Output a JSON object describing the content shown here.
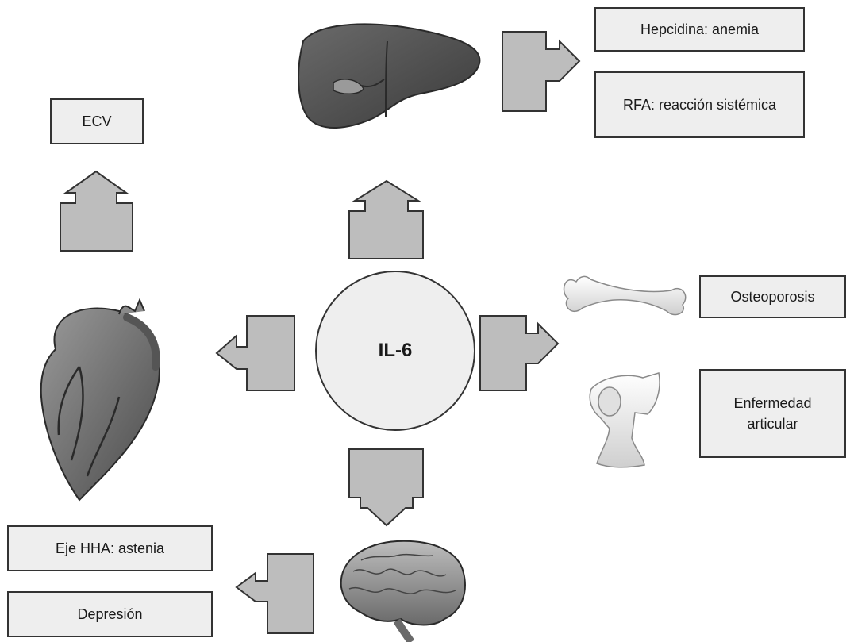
{
  "center": {
    "label": "IL-6"
  },
  "targets": {
    "liver": {
      "effects": [
        "Hepcidina: anemia",
        "RFA: reacción sistémica"
      ]
    },
    "heart": {
      "effects": [
        "ECV"
      ]
    },
    "bone": {
      "effects": [
        "Osteoporosis"
      ]
    },
    "joint": {
      "effects": [
        "Enfermedad articular"
      ]
    },
    "brain": {
      "effects": [
        "Eje HHA: astenia",
        "Depresión"
      ]
    }
  },
  "colors": {
    "arrow_fill": "#bdbdbd",
    "stroke": "#333333",
    "box_fill": "#eeeeee",
    "organ_dark": "#555555",
    "organ_light": "#e6e6e6"
  },
  "icons": [
    "liver-icon",
    "heart-icon",
    "bone-icon",
    "knee-joint-icon",
    "brain-icon"
  ]
}
